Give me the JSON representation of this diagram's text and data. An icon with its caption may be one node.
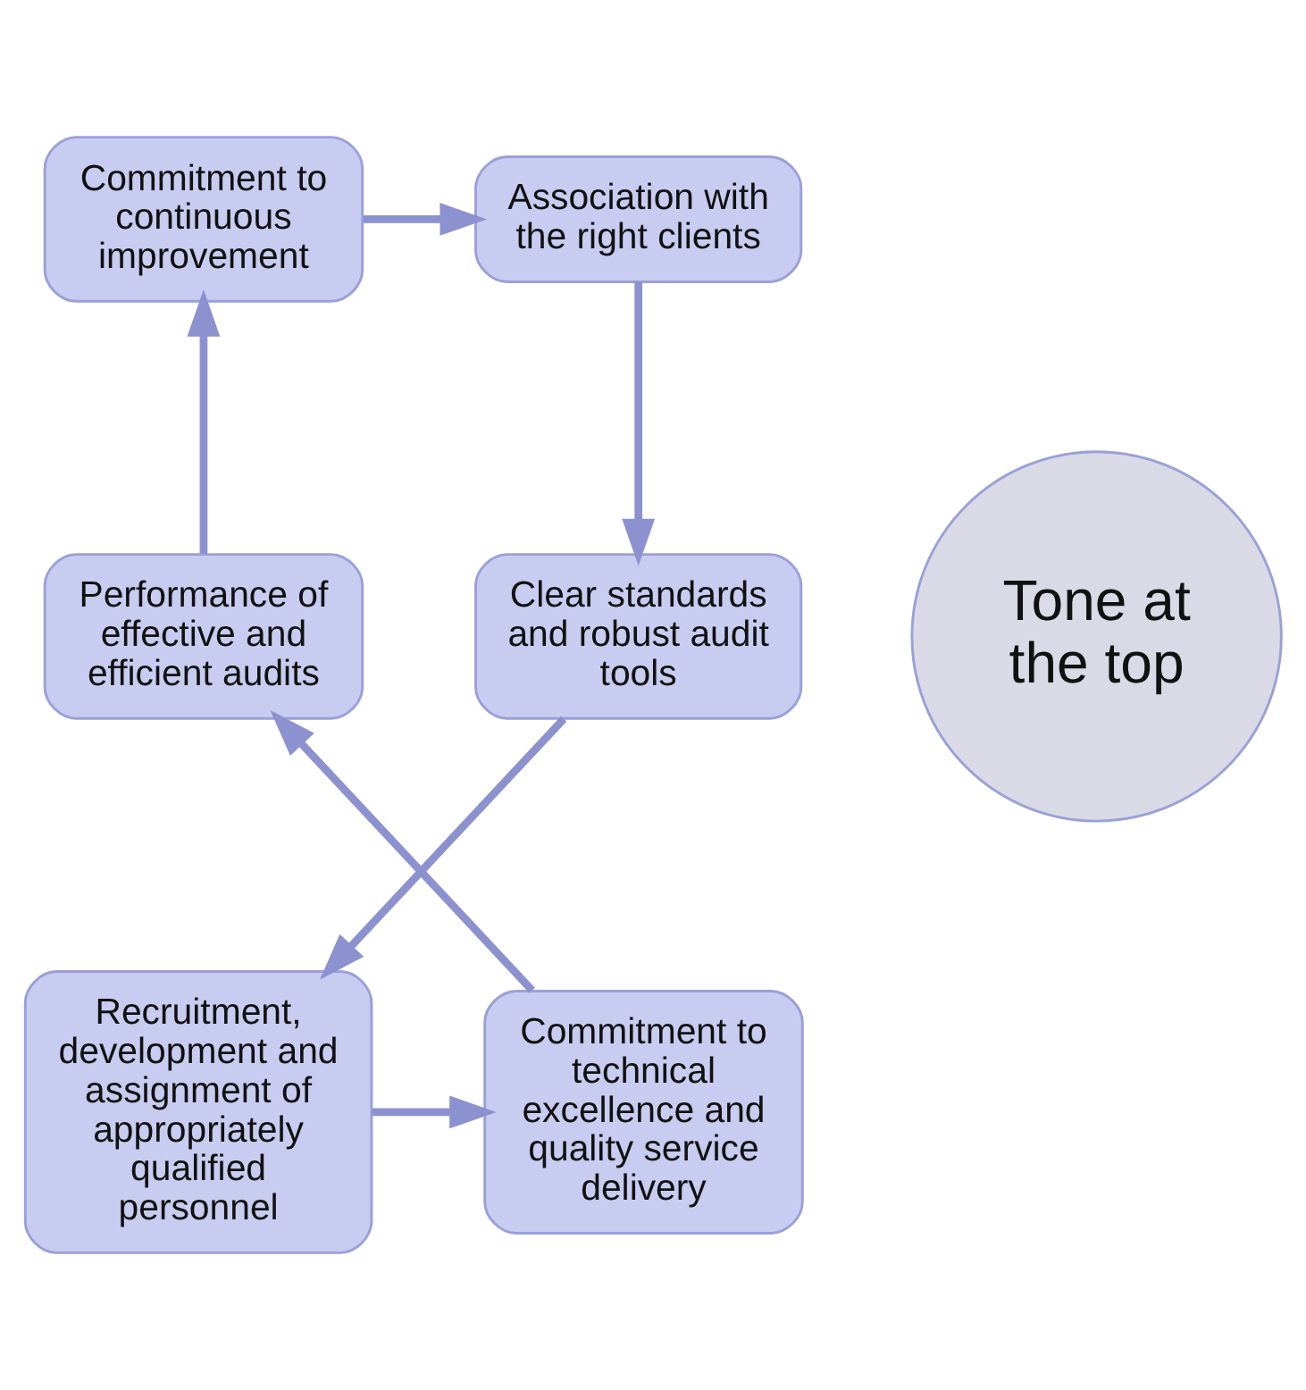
{
  "diagram": {
    "nodes": [
      {
        "text": [
          "Tone at the top"
        ]
      },
      {
        "text": [
          "Commitment to continuous improvement"
        ]
      },
      {
        "text": [
          "Association with the right clients"
        ]
      },
      {
        "text": [
          "Clear standards and robust audit tools"
        ]
      },
      {
        "text": [
          "Recruitment, development and assignment of appropriately qualified personnel"
        ]
      },
      {
        "text": [
          "Commitment to technical excellence and quality service delivery"
        ]
      },
      {
        "text": [
          "Performance of effective and efficient audits"
        ]
      }
    ],
    "edges": [
      {
        "from": 1,
        "to": 2,
        "arrow": "to"
      },
      {
        "from": 2,
        "to": 3,
        "arrow": "to"
      },
      {
        "from": 3,
        "to": 4,
        "arrow": "to"
      },
      {
        "from": 4,
        "to": 5,
        "arrow": "to"
      },
      {
        "from": 5,
        "to": 6,
        "arrow": "to"
      },
      {
        "from": 6,
        "to": 1,
        "arrow": "to"
      }
    ]
  }
}
